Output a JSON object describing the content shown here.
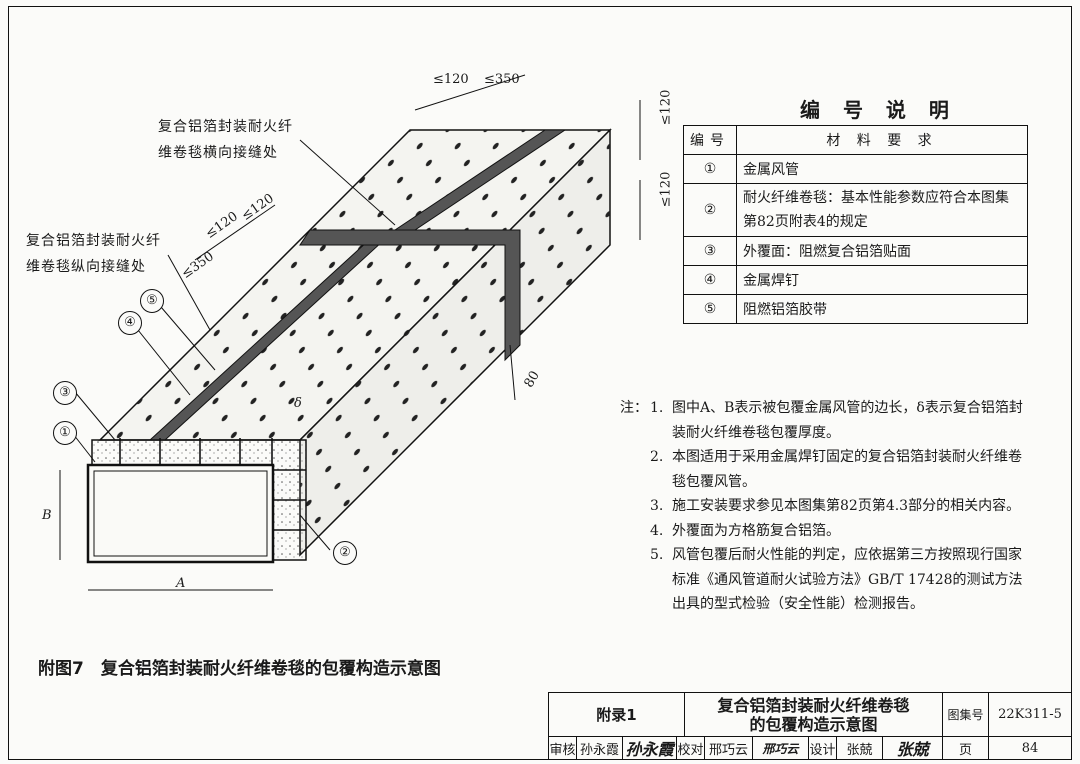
{
  "legend": {
    "title": "编 号 说 明",
    "header_code": "编号",
    "header_requirement": "材 料 要 求",
    "rows": [
      {
        "code": "①",
        "text": "金属风管"
      },
      {
        "code": "②",
        "text": "耐火纤维卷毯：基本性能参数应符合本图集第82页附表4的规定"
      },
      {
        "code": "③",
        "text": "外覆面：阻燃复合铝箔贴面"
      },
      {
        "code": "④",
        "text": "金属焊钉"
      },
      {
        "code": "⑤",
        "text": "阻燃铝箔胶带"
      }
    ]
  },
  "callouts": {
    "transverse_line1": "复合铝箔封装耐火纤",
    "transverse_line2": "维卷毯横向接缝处",
    "longitudinal_line1": "复合铝箔封装耐火纤",
    "longitudinal_line2": "维卷毯纵向接缝处"
  },
  "markers": [
    "①",
    "②",
    "③",
    "④",
    "⑤"
  ],
  "dimensions": {
    "top_a": "≤120",
    "top_b": "≤350",
    "right_a": "≤120",
    "right_b": "≤120",
    "side_a": "≤120",
    "side_b": "≤120",
    "side_c": "≤350",
    "eighty": "80",
    "delta": "δ",
    "b": "B",
    "a": "A"
  },
  "notes": {
    "lead": "注：",
    "items": [
      {
        "n": "1.",
        "text": "图中A、B表示被包覆金属风管的边长，δ表示复合铝箔封装耐火纤维卷毯包覆厚度。"
      },
      {
        "n": "2.",
        "text": "本图适用于采用金属焊钉固定的复合铝箔封装耐火纤维卷毯包覆风管。"
      },
      {
        "n": "3.",
        "text": "施工安装要求参见本图集第82页第4.3部分的相关内容。"
      },
      {
        "n": "4.",
        "text": "外覆面为方格筋复合铝箔。"
      },
      {
        "n": "5.",
        "text": "风管包覆后耐火性能的判定，应依据第三方按照现行国家标准《通风管道耐火试验方法》GB/T 17428的测试方法出具的型式检验（安全性能）检测报告。"
      }
    ]
  },
  "caption": "附图7　复合铝箔封装耐火纤维卷毯的包覆构造示意图",
  "title_block": {
    "appendix": "附录1",
    "title_line1": "复合铝箔封装耐火纤维卷毯",
    "title_line2": "的包覆构造示意图",
    "atlas_label": "图集号",
    "atlas_no": "22K311-5",
    "review_label": "审核",
    "reviewer": "孙永霞",
    "reviewer_sig": "孙永霞",
    "check_label": "校对",
    "checker": "邢巧云",
    "checker_sig": "邢巧云",
    "design_label": "设计",
    "designer": "张兢",
    "designer_sig": "张兢",
    "page_label": "页",
    "page_no": "84"
  }
}
